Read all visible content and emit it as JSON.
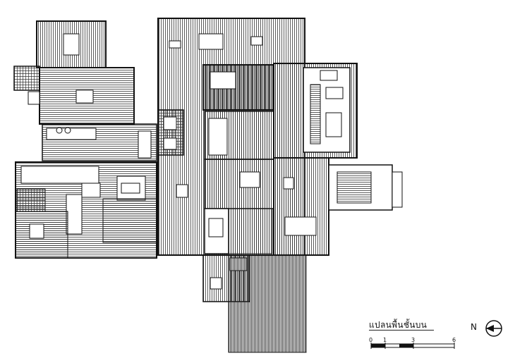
{
  "plan": {
    "title": "แปลนพื้นชั้นบน"
  },
  "north": {
    "label": "N"
  },
  "scale": {
    "labels": [
      "0",
      "1",
      "3",
      "6"
    ]
  },
  "colors": {
    "line": "#111111",
    "hatch": "#333333",
    "background": "#ffffff"
  }
}
